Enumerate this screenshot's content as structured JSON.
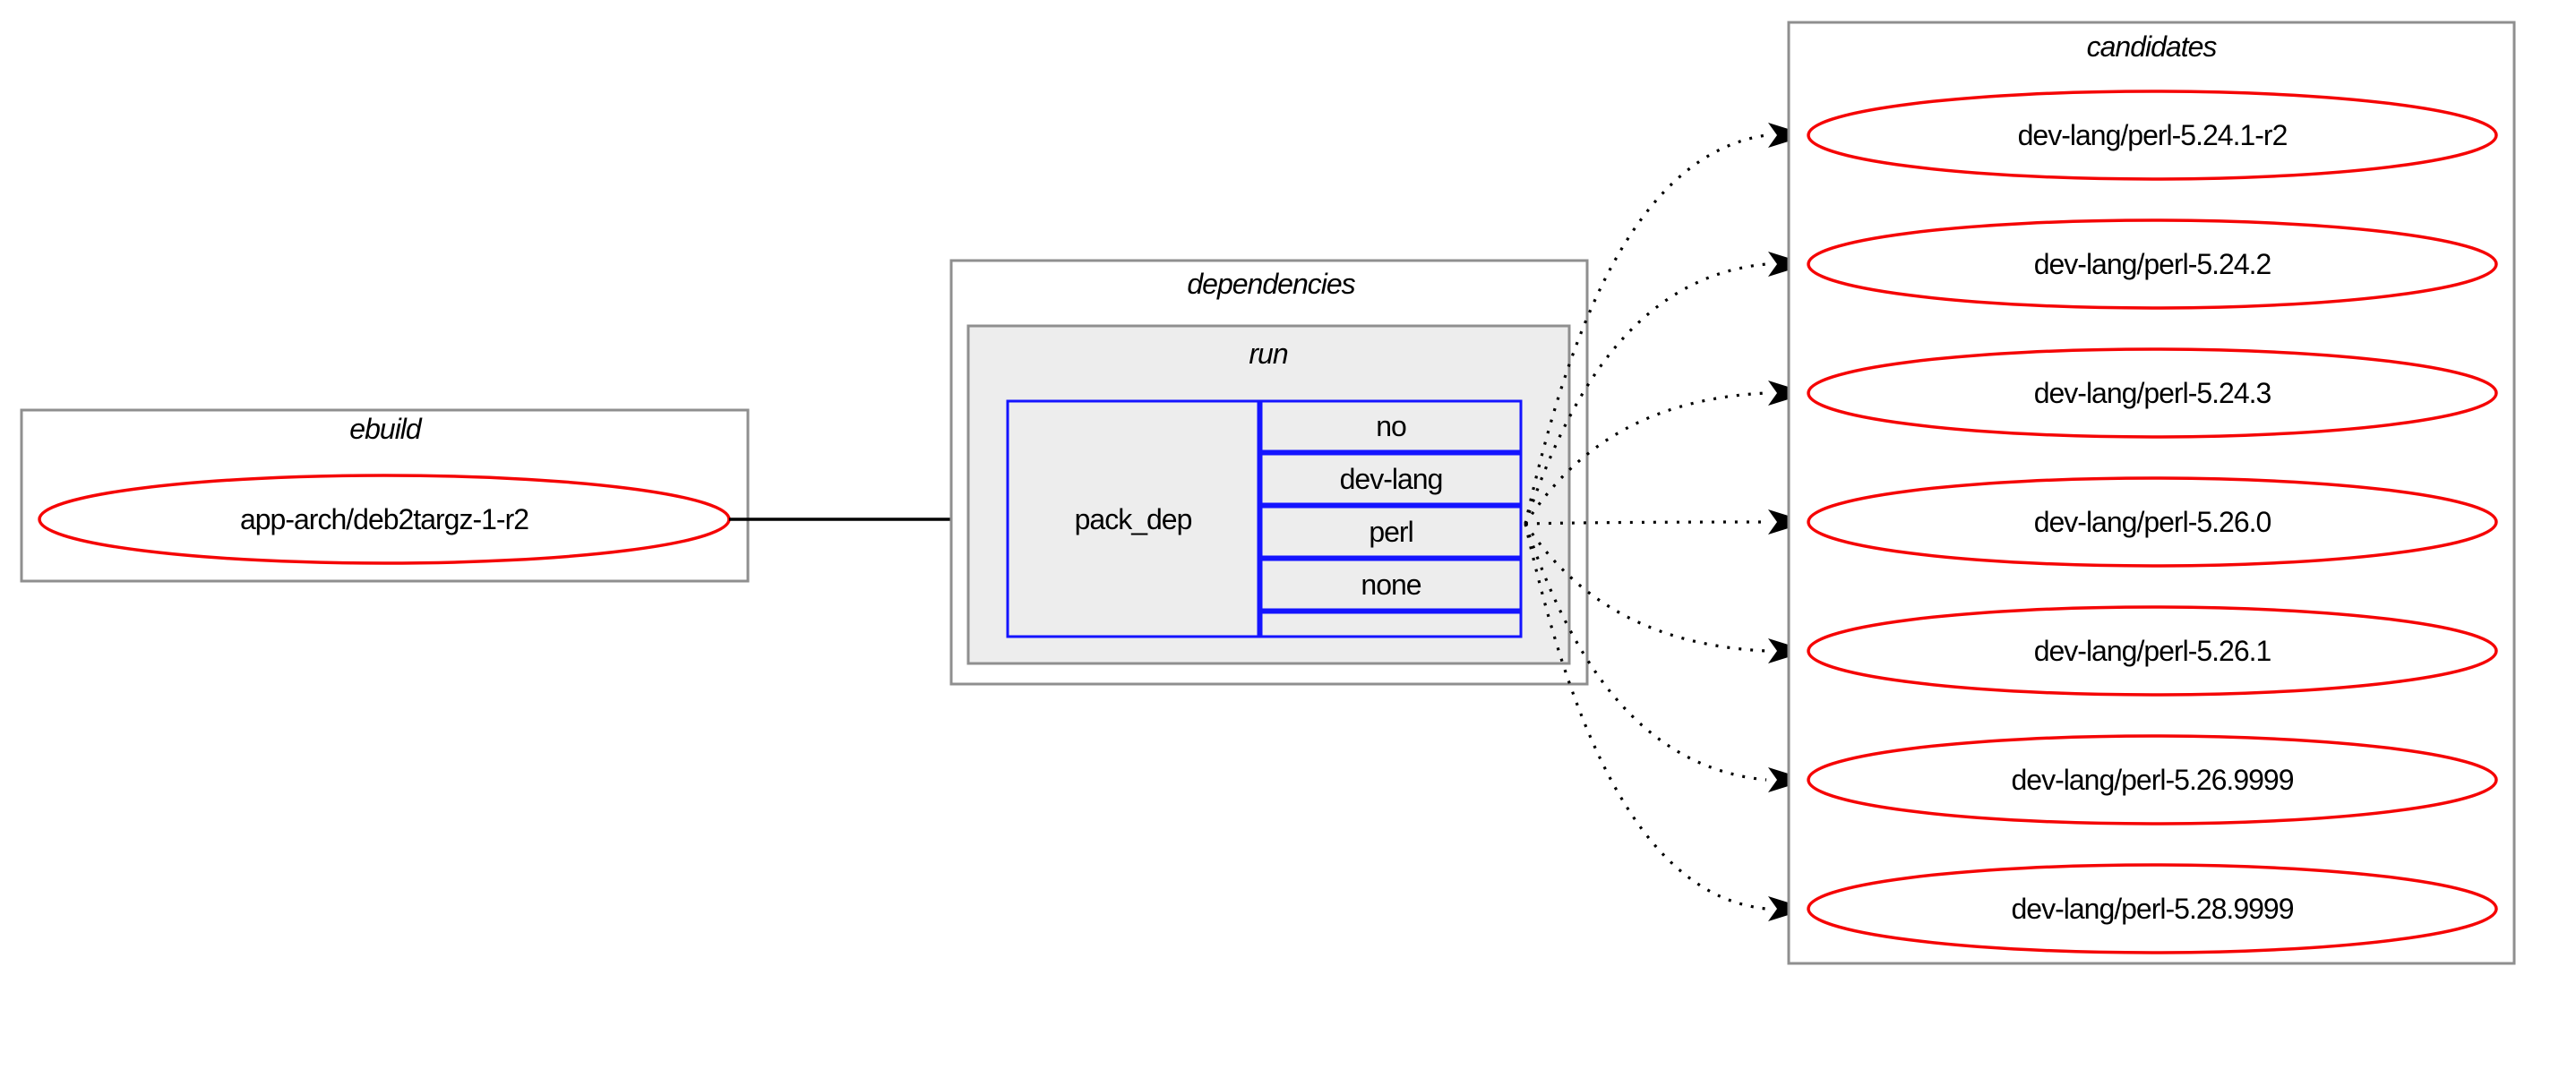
{
  "diagram": {
    "ebuild_cluster": {
      "title": "ebuild",
      "node_label": "app-arch/deb2targz-1-r2"
    },
    "dependencies_cluster": {
      "title": "dependencies",
      "run_cluster": {
        "title": "run"
      },
      "pack_dep_node": {
        "name": "pack_dep",
        "rows": [
          "no",
          "dev-lang",
          "perl",
          "none",
          ""
        ]
      }
    },
    "candidates_cluster": {
      "title": "candidates",
      "items": [
        "dev-lang/perl-5.24.1-r2",
        "dev-lang/perl-5.24.2",
        "dev-lang/perl-5.24.3",
        "dev-lang/perl-5.26.0",
        "dev-lang/perl-5.26.1",
        "dev-lang/perl-5.26.9999",
        "dev-lang/perl-5.28.9999"
      ]
    },
    "colors": {
      "node_stroke": "#f50505",
      "table_stroke": "#1414ff",
      "cluster_border": "#8f8f8f",
      "run_fill": "#ededed",
      "edge": "#000000",
      "text": "#000000"
    }
  }
}
